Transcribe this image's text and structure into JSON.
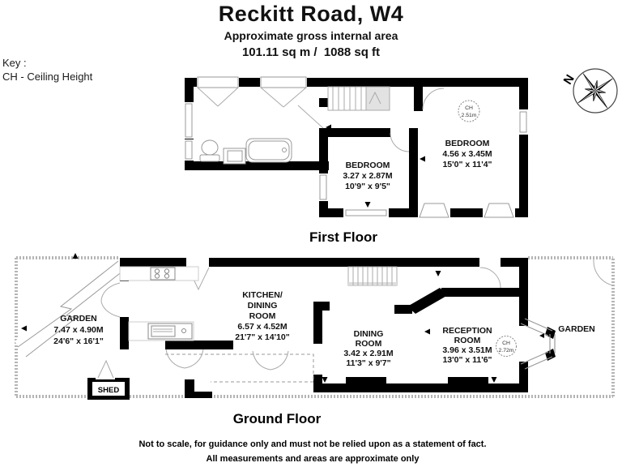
{
  "header": {
    "title": "Reckitt Road, W4",
    "subtitle": "Approximate gross internal area",
    "area": "101.11 sq m /  1088 sq ft"
  },
  "key": {
    "title": "Key :",
    "ch": "CH - Ceiling Height"
  },
  "compass": {
    "north": "N"
  },
  "first_floor": {
    "title": "First Floor",
    "bedroom_small": {
      "name": "BEDROOM",
      "dims_m": "3.27 x 2.87M",
      "dims_ft": "10'9\" x 9'5\""
    },
    "bedroom_large": {
      "name": "BEDROOM",
      "dims_m": "4.56 x 3.45M",
      "dims_ft": "15'0\" x 11'4\""
    },
    "ceiling_height": {
      "label": "CH",
      "value": "2.51m"
    }
  },
  "ground_floor": {
    "title": "Ground Floor",
    "garden_left": {
      "name": "GARDEN",
      "dims_m": "7.47 x 4.90M",
      "dims_ft": "24'6\" x 16'1\""
    },
    "kitchen_dining": {
      "line1": "KITCHEN/",
      "line2": "DINING",
      "line3": "ROOM",
      "dims_m": "6.57 x 4.52M",
      "dims_ft": "21'7\" x 14'10\""
    },
    "dining": {
      "line1": "DINING",
      "line2": "ROOM",
      "dims_m": "3.42 x 2.91M",
      "dims_ft": "11'3\" x 9'7\""
    },
    "reception": {
      "line1": "RECEPTION",
      "line2": "ROOM",
      "dims_m": "3.96 x 3.51M",
      "dims_ft": "13'0\" x 11'6\""
    },
    "garden_right": {
      "name": "GARDEN"
    },
    "shed": {
      "name": "SHED"
    },
    "ceiling_height": {
      "label": "CH",
      "value": "2.72m"
    }
  },
  "footer": {
    "line1": "Not to scale, for guidance only and must not be relied upon as a statement of fact.",
    "line2": "All measurements and areas are approximate only"
  }
}
